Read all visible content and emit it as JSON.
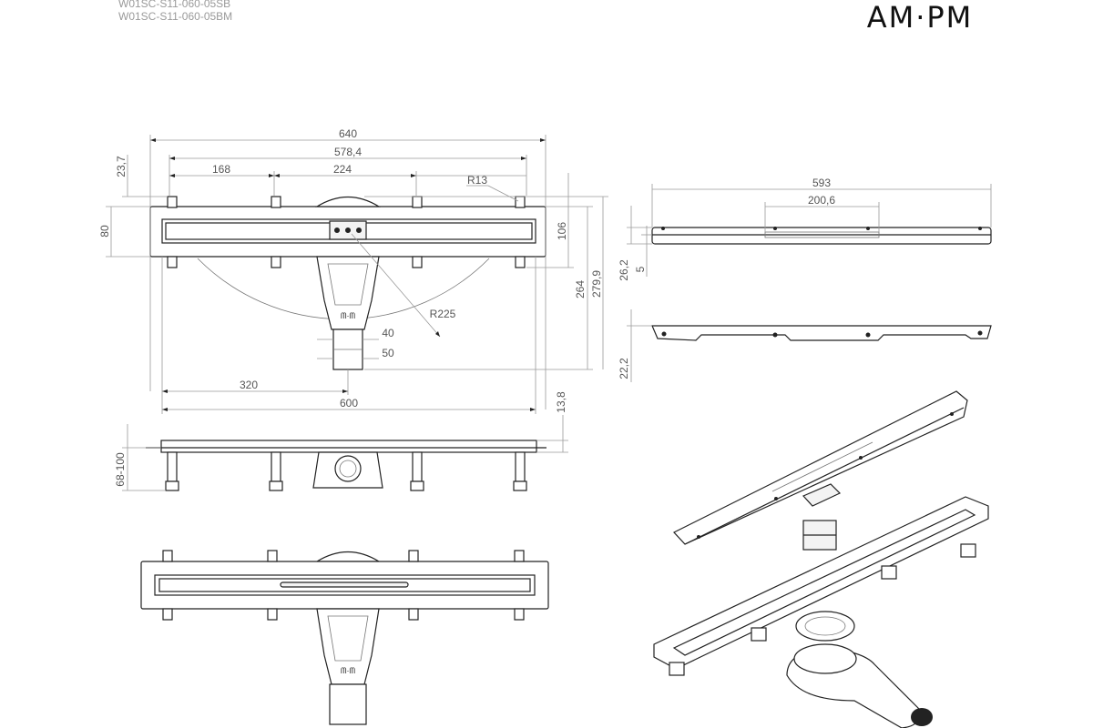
{
  "header": {
    "model_codes": [
      "W01SC-S11-060-05SB",
      "W01SC-S11-060-05BM"
    ],
    "brand": "AM·PM"
  },
  "top_view_dimensions": {
    "overall_length": "640",
    "slot_span": "578,4",
    "pitch_left": "168",
    "pitch_mid": "224",
    "corner_radius": "R13",
    "edge_offset": "23,7",
    "body_width": "80",
    "depth_106": "106",
    "depth_264": "264",
    "depth_279": "279,9",
    "trap_radius": "R225",
    "outlet_40": "40",
    "outlet_50": "50",
    "half_length": "320",
    "body_length": "600"
  },
  "side_view_dimensions": {
    "flange": "13,8",
    "height_range": "68-100"
  },
  "grate_view_dimensions": {
    "grate_length": "593",
    "slot_length": "200,6",
    "grate_height": "26,2",
    "grate_thickness": "5",
    "profile_height": "22,2"
  }
}
